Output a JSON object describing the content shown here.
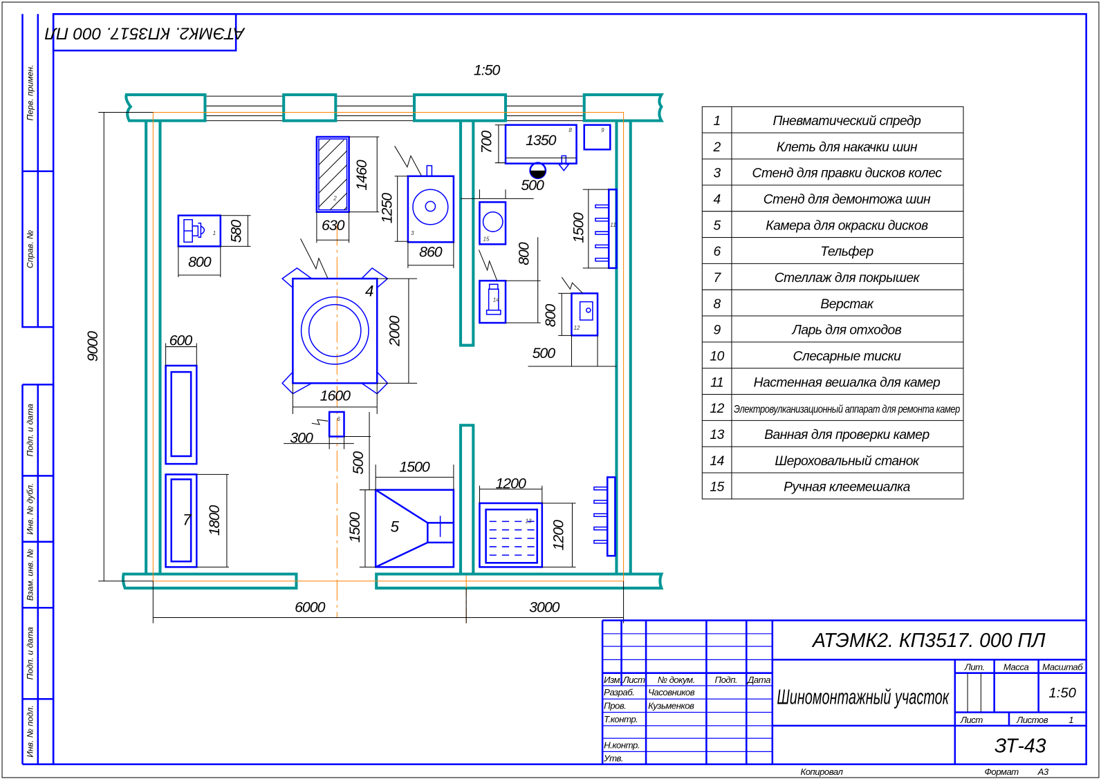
{
  "stamp_top": "АТЭМК2. КП3517. 000 ПЛ",
  "scale_label": "1:50",
  "side_stamps": [
    "Перв. примен.",
    "Справ. №",
    "Подп. и дата",
    "Инв. № дубл.",
    "Взам. инв. №",
    "Подп. и дата",
    "Инв. № подл."
  ],
  "dimensions": [
    "1460",
    "630",
    "1250",
    "860",
    "580",
    "800",
    "2000",
    "1600",
    "600",
    "1800",
    "300",
    "500",
    "1500",
    "1500",
    "1200",
    "1200",
    "700",
    "1350",
    "500",
    "1500",
    "800",
    "800",
    "500",
    "9000",
    "6000",
    "3000"
  ],
  "equipment_tags": {
    "t1": "1",
    "t2": "2",
    "t3": "3",
    "t4": "4",
    "t5": "5",
    "t6": "6",
    "t7": "7",
    "t8": "8",
    "t9": "9",
    "t11": "11",
    "t12": "12",
    "t13": "13",
    "t14": "14",
    "t15": "15"
  },
  "legend": [
    {
      "n": "1",
      "name": "Пневматический спредр"
    },
    {
      "n": "2",
      "name": "Клеть для накачки шин"
    },
    {
      "n": "3",
      "name": "Стенд для правки дисков колес"
    },
    {
      "n": "4",
      "name": "Стенд для демонтожа шин"
    },
    {
      "n": "5",
      "name": "Камера для окраски дисков"
    },
    {
      "n": "6",
      "name": "Тельфер"
    },
    {
      "n": "7",
      "name": "Стеллаж для покрышек"
    },
    {
      "n": "8",
      "name": "Верстак"
    },
    {
      "n": "9",
      "name": "Ларь для отходов"
    },
    {
      "n": "10",
      "name": "Слесарные тиски"
    },
    {
      "n": "11",
      "name": "Настенная вешалка для камер"
    },
    {
      "n": "12",
      "name": "Электровулканизационный аппарат для ремонта камер"
    },
    {
      "n": "13",
      "name": "Ванная для проверки камер"
    },
    {
      "n": "14",
      "name": "Шероховальный станок"
    },
    {
      "n": "15",
      "name": "Ручная клеемешалка"
    }
  ],
  "title_block": {
    "doc_code": "АТЭМК2. КП3517. 000 ПЛ",
    "title": "Шиномонтажный участок",
    "headers": {
      "izm": "Изм.",
      "list": "Лист",
      "doc_no": "№ докум.",
      "sign": "Подп.",
      "date": "Дата"
    },
    "roles": {
      "developer": "Разраб.",
      "checker": "Пров.",
      "tech_control": "Т.контр.",
      "norm_control": "Н.контр.",
      "approved": "Утв."
    },
    "names": {
      "developer": "Часовников",
      "checker": "Кузьменков"
    },
    "lit_label": "Лит.",
    "mass_label": "Масса",
    "scale_label": "Масштаб",
    "scale": "1:50",
    "sheet_label": "Лист",
    "sheets_label": "Листов",
    "sheets": "1",
    "group": "ЗТ-43"
  },
  "footer": {
    "copied": "Копировал",
    "format_label": "Формат",
    "format": "А3"
  }
}
